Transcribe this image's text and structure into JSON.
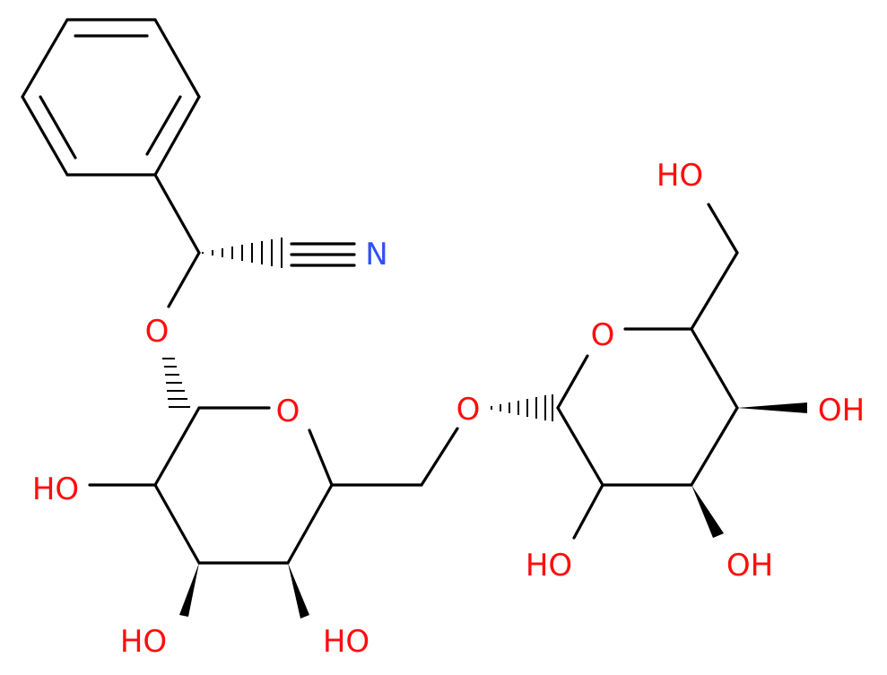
{
  "colors": {
    "bond": "#000000",
    "oxygen": "#ff0d0d",
    "nitrogen": "#3050f8",
    "background": "#ffffff"
  },
  "atoms": {
    "nitrile_n": "N",
    "ether_o_top": "O",
    "ring1_o": "O",
    "glycosidic_o": "O",
    "ring2_o": "O",
    "ring1_oh_c2": "HO",
    "ring1_oh_c3": "HO",
    "ring1_oh_c4": "HO",
    "ring2_oh_c2": "HO",
    "ring2_oh_c3": "OH",
    "ring2_oh_c4": "OH",
    "ring2_ch2oh": "HO"
  }
}
